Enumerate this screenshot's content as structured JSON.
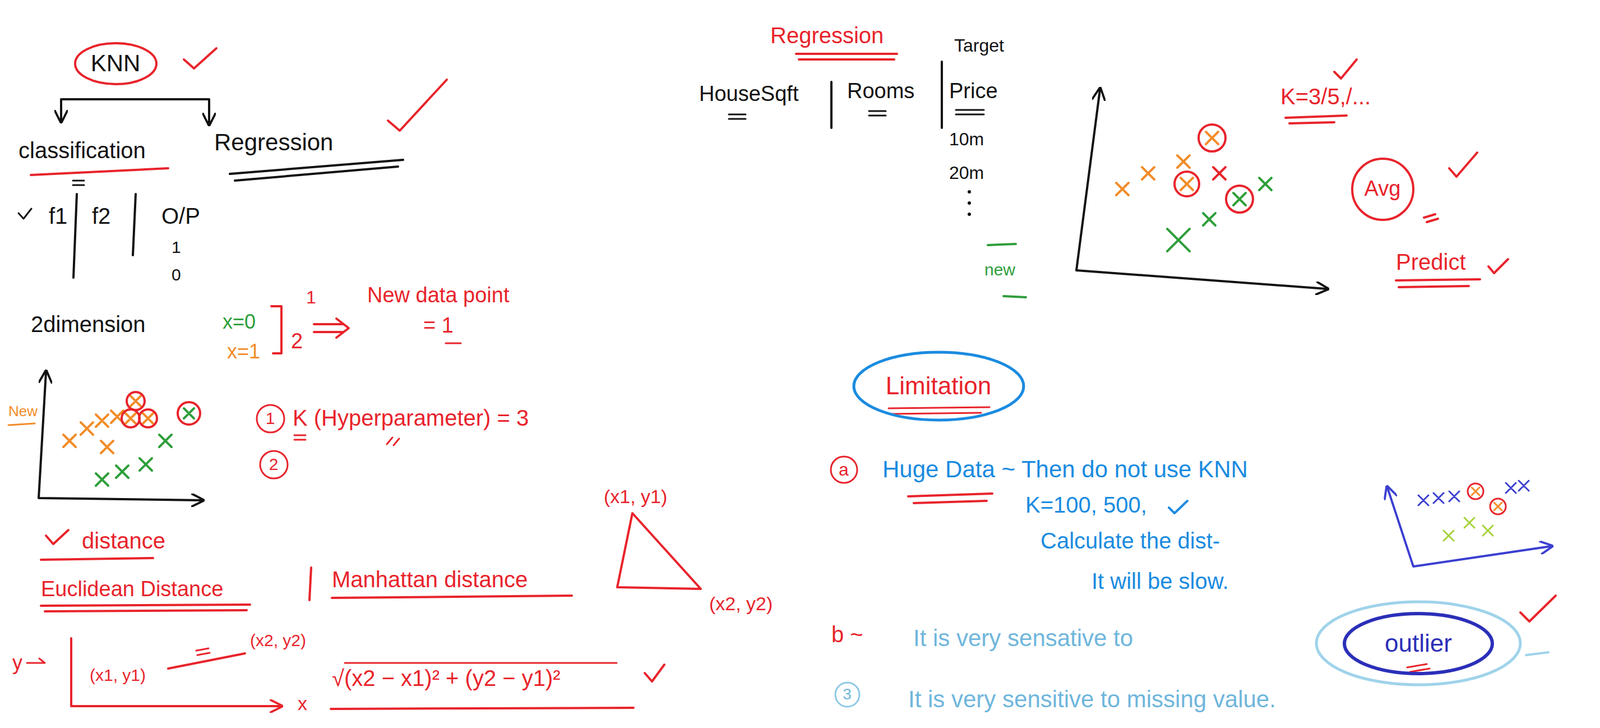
{
  "diagram": {
    "nodes": [
      {
        "text": [
          "KNN"
        ]
      },
      {
        "text": [
          "1"
        ]
      },
      {
        "text": [
          "2"
        ]
      },
      {
        "text": [
          "Avg"
        ]
      },
      {
        "text": [
          "Limitation"
        ]
      },
      {
        "text": [
          "a"
        ]
      },
      {
        "text": [
          "outlier"
        ]
      },
      {
        "text": [
          "3"
        ]
      }
    ],
    "labels": [
      "classification",
      "Regression",
      "f1",
      "f2",
      "O/P",
      "1",
      "0",
      "2dimension",
      "x=0",
      "x=1",
      "1",
      "2",
      "New data point",
      "= 1",
      "New",
      "K (Hyperparameter) = 3",
      "distance",
      "Euclidean Distance",
      "Manhattan distance",
      "(x1, y1)",
      "(x2, y2)",
      "y",
      "(x1, y1)",
      "(x2, y2)",
      "x",
      "√(x2 − x1)² + (y2 − y1)²",
      "Regression",
      "Target",
      "HouseSqft",
      "Rooms",
      "Price",
      "10m",
      "20m",
      "new",
      "K=3/5,/...",
      "Predict",
      "Huge Data ~ Then do not use KNN",
      "K=100, 500,",
      "Calculate the dist-",
      "It will be slow.",
      "b ~",
      "It is very sensative to",
      "It is very sensitive to missing value."
    ]
  }
}
